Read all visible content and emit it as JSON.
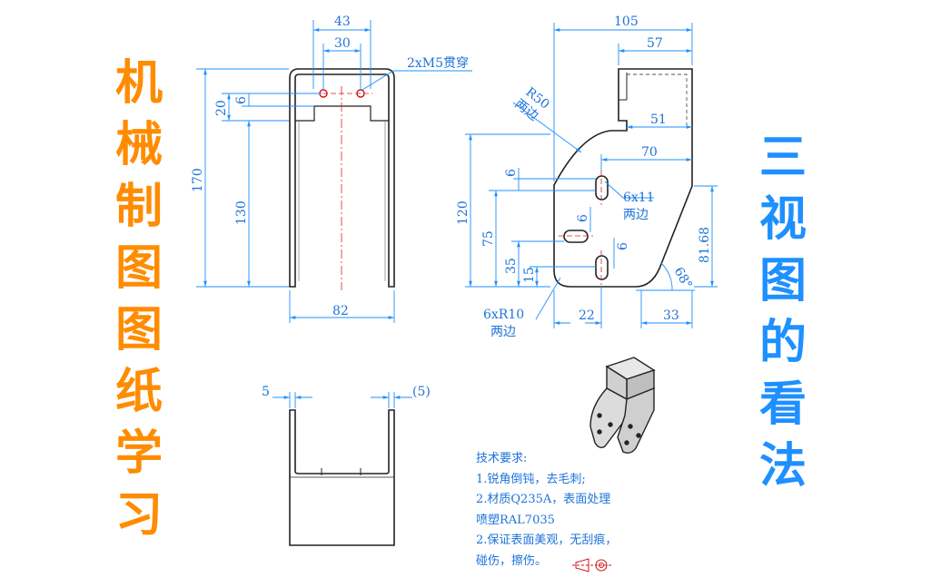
{
  "left_title": [
    "机",
    "械",
    "制",
    "图",
    "图",
    "纸",
    "学",
    "习"
  ],
  "right_title": [
    "三",
    "视",
    "图",
    "的",
    "看",
    "法"
  ],
  "dims": {
    "front_43": "43",
    "front_30": "30",
    "front_holes": "2xM5贯穿",
    "front_20": "20",
    "front_6": "6",
    "front_170": "170",
    "front_130": "130",
    "front_82": "82",
    "side_105": "105",
    "side_57": "57",
    "side_51": "51",
    "side_70": "70",
    "side_r50": "R50",
    "side_r50_note": "两边",
    "side_6_top": "6",
    "side_slot": "6x11",
    "side_slot_note": "两边",
    "side_6_mid": "6",
    "side_6_low": "6",
    "side_120": "120",
    "side_75": "75",
    "side_35": "35",
    "side_15": "15",
    "side_81_68": "81.68",
    "side_angle": "68°",
    "side_r10": "6xR10",
    "side_r10_note": "两边",
    "side_22": "22",
    "side_33": "33",
    "top_5_left": "5",
    "top_5_right": "(5)"
  },
  "notes": [
    "技术要求:",
    "1.锐角倒钝，去毛刺;",
    "2.材质Q235A，表面处理",
    "喷塑RAL7035",
    "2.保证表面美观，无刮痕，",
    "碰伤，擦伤。"
  ],
  "colors": {
    "left_title": "#ff8c00",
    "right_title": "#1e90ff",
    "dimension": "#1e90ff",
    "part_outline": "#222222",
    "center_line": "#e02020"
  }
}
